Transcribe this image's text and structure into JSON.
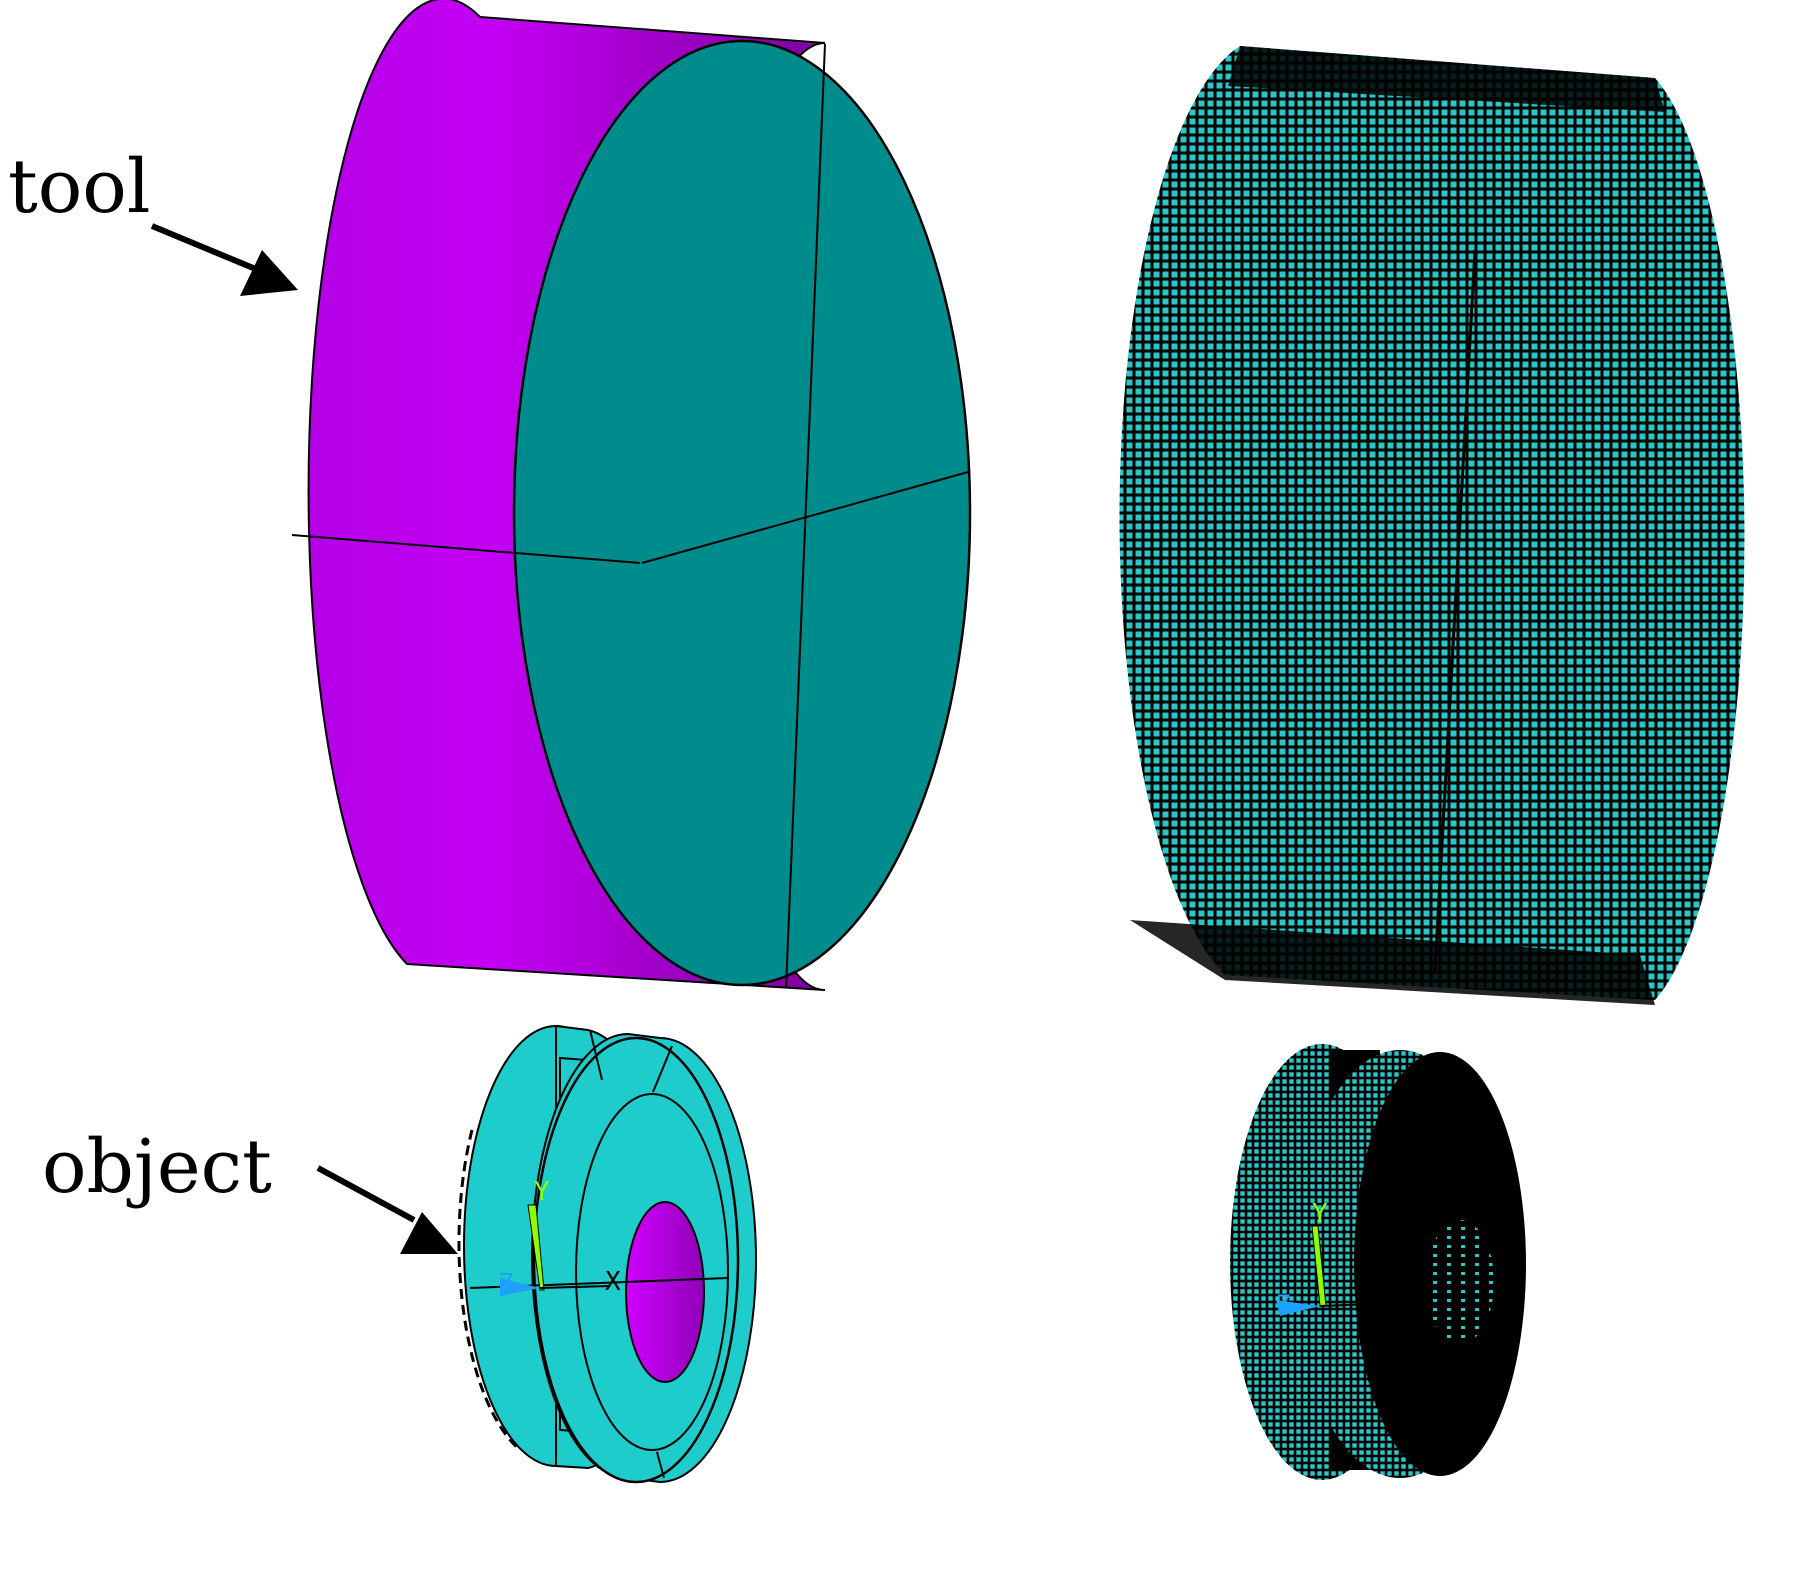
{
  "labels": {
    "tool": "tool",
    "object": "object"
  },
  "triad": {
    "y": "Y",
    "x": "X",
    "z": "Z"
  },
  "colors": {
    "tool_side": "#c000f0",
    "tool_face": "#008c8c",
    "object_body": "#1ecccc",
    "object_bore": "#c000f0",
    "mesh_dark": "#000000",
    "mesh_node": "#28c8c8",
    "axis_green": "#8cff00",
    "axis_blue": "#1ea0ff"
  },
  "icons": [
    "arrow-icon",
    "coordinate-triad-icon"
  ]
}
